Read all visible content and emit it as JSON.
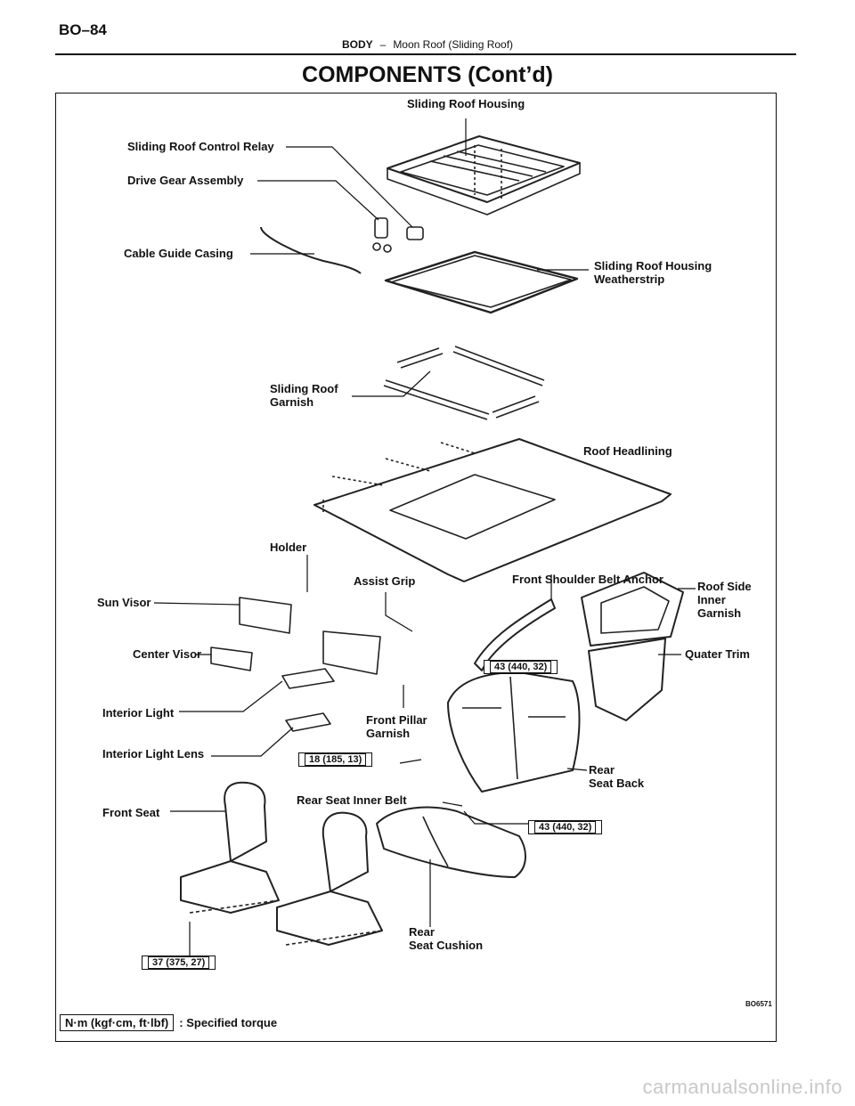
{
  "header": {
    "page_number": "BO–84",
    "section": "BODY",
    "separator": "–",
    "subsection": "Moon Roof (Sliding Roof)"
  },
  "title": "COMPONENTS (Cont’d)",
  "labels": {
    "sliding_roof_housing": "Sliding Roof Housing",
    "control_relay": "Sliding Roof Control Relay",
    "drive_gear": "Drive Gear Assembly",
    "cable_guide": "Cable Guide Casing",
    "housing_weatherstrip": "Sliding Roof Housing\nWeatherstrip",
    "roof_garnish": "Sliding Roof\nGarnish",
    "roof_headlining": "Roof Headlining",
    "holder": "Holder",
    "assist_grip": "Assist Grip",
    "shoulder_anchor": "Front Shoulder Belt Anchor",
    "roof_side_garnish": "Roof Side\nInner\nGarnish",
    "sun_visor": "Sun Visor",
    "center_visor": "Center Visor",
    "quater_trim": "Quater Trim",
    "interior_light": "Interior Light",
    "front_pillar": "Front Pillar\nGarnish",
    "interior_light_lens": "Interior Light Lens",
    "rear_seat_back": "Rear\nSeat Back",
    "rear_inner_belt": "Rear Seat Inner Belt",
    "front_seat": "Front Seat",
    "rear_cushion": "Rear\nSeat Cushion"
  },
  "torques": {
    "t_anchor": "43 (440, 32)",
    "t_pillar": "18 (185, 13)",
    "t_belt": "43 (440, 32)",
    "t_seat": "37 (375, 27)"
  },
  "legend": {
    "unit": "N·m (kgf·cm, ft·lbf)",
    "text": ": Specified torque"
  },
  "figure_code": "BO6571",
  "watermark": "carmanualsonline.info"
}
